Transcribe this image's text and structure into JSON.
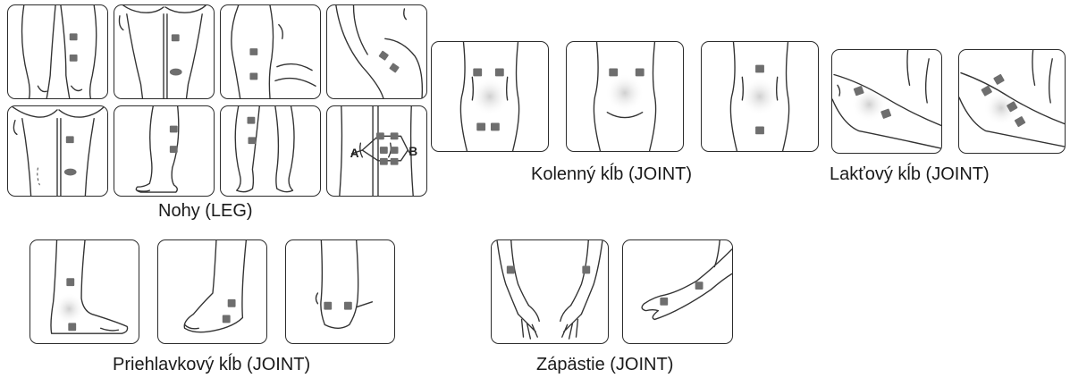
{
  "captions": {
    "leg": "Nohy (LEG)",
    "knee": "Kolenný kĺb  (JOINT)",
    "elbow": "Lakťový kĺb (JOINT)",
    "ankle": "Priehlavkový kĺb (JOINT)",
    "wrist": "Zápästie (JOINT)"
  },
  "labels": {
    "a": "A",
    "b": "B"
  },
  "colors": {
    "pad": "#6e6e6e",
    "outline": "#2b2b2b",
    "glow": "#d9d9d9"
  }
}
